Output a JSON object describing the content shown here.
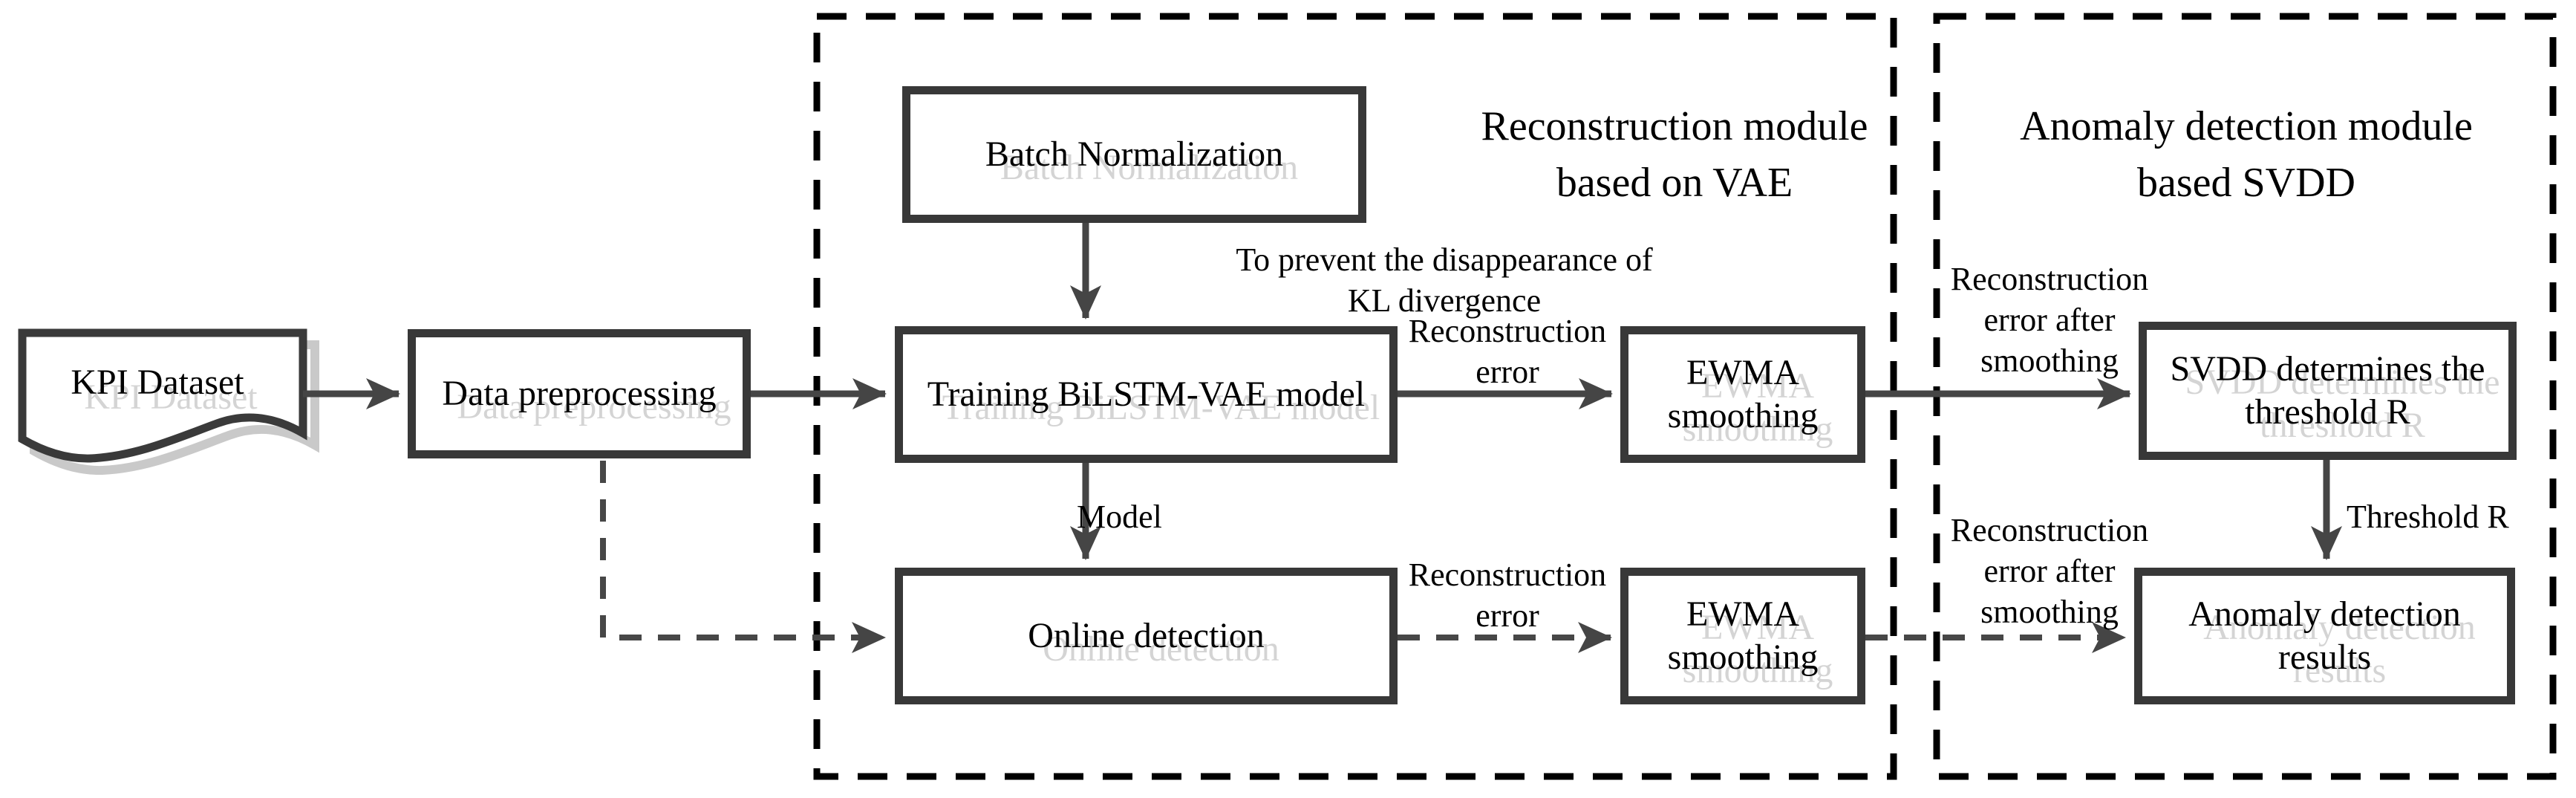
{
  "modules": {
    "vae": {
      "title": "Reconstruction module\nbased on VAE"
    },
    "svdd": {
      "title": "Anomaly detection module\nbased SVDD"
    }
  },
  "nodes": {
    "kpi_dataset": {
      "label": "KPI Dataset",
      "shape": "document"
    },
    "data_preprocessing": {
      "label": "Data preprocessing",
      "shape": "rectangle"
    },
    "batch_normalization": {
      "label": "Batch Normalization",
      "shape": "rectangle"
    },
    "training_bilstm_vae": {
      "label": "Training BiLSTM-VAE model",
      "shape": "rectangle"
    },
    "ewma_smoothing_train": {
      "label": "EWMA\nsmoothing",
      "shape": "rectangle"
    },
    "online_detection": {
      "label": "Online detection",
      "shape": "rectangle"
    },
    "ewma_smoothing_online": {
      "label": "EWMA\nsmoothing",
      "shape": "rectangle"
    },
    "svdd_threshold": {
      "label": "SVDD determines the\nthreshold R",
      "shape": "rectangle"
    },
    "anomaly_results": {
      "label": "Anomaly detection\nresults",
      "shape": "rectangle"
    }
  },
  "edge_labels": {
    "kl_note": "To prevent the disappearance of\nKL divergence",
    "reconstruction_error_train": "Reconstruction\nerror",
    "reconstruction_error_online": "Reconstruction\nerror",
    "error_after_smoothing_train": "Reconstruction\nerror after\nsmoothing",
    "error_after_smoothing_online": "Reconstruction\nerror after\nsmoothing",
    "model": "Model",
    "threshold_r": "Threshold R"
  },
  "colors": {
    "background": "#ffffff",
    "text": "#000000",
    "box_border": "#383838",
    "box_shadow": "#c9c9c9",
    "ghost_text": "#d4d4d4",
    "container_dash": "#000000",
    "connector": "#454545"
  }
}
